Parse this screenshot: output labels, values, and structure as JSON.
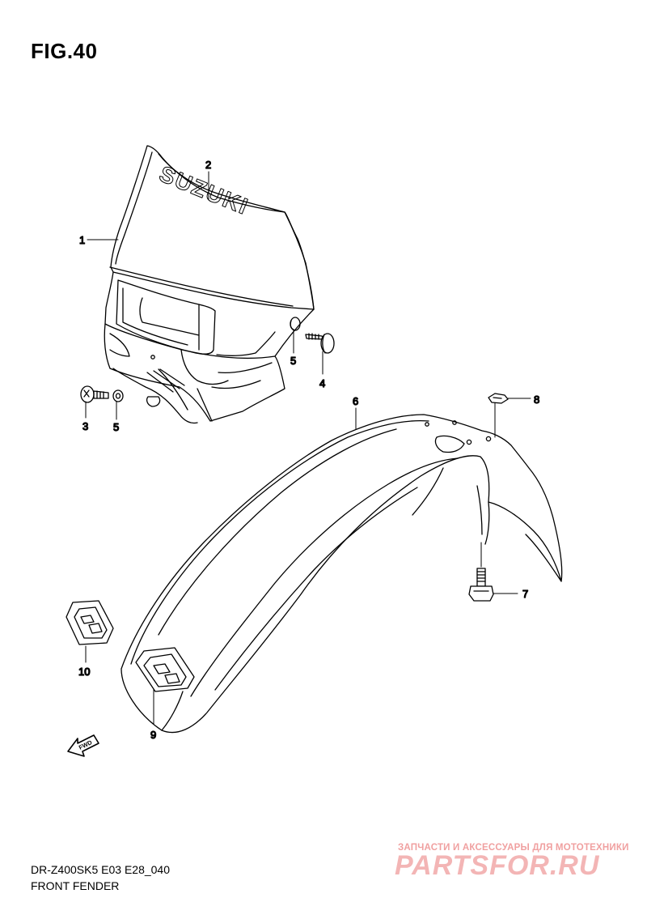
{
  "figure": {
    "title": "FIG.40",
    "model_code": "DR-Z400SK5 E03 E28_040",
    "section_name": "FRONT FENDER",
    "logo_text": "SUZUKI",
    "fwd_label": "FWD"
  },
  "watermark": {
    "tagline": "ЗАПЧАСТИ И АКСЕССУАРЫ ДЛЯ МОТОТЕХНИКИ",
    "brand": "PARTSFOR.RU"
  },
  "callouts": {
    "c1": "1",
    "c2": "2",
    "c3": "3",
    "c4": "4",
    "c5a": "5",
    "c5b": "5",
    "c6": "6",
    "c7": "7",
    "c8": "8",
    "c9": "9",
    "c10": "10"
  },
  "colors": {
    "line": "#000000",
    "watermark": "#f0a0a0"
  }
}
